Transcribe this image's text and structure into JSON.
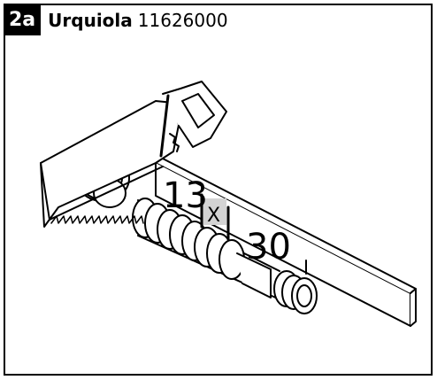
{
  "header": {
    "step": "2a",
    "product_name": "Urquiola",
    "product_code": "11626000"
  },
  "illustration": {
    "ruler_marks": {
      "first": "13",
      "x": "X",
      "second": "30"
    }
  },
  "colors": {
    "ink": "#000000",
    "paper": "#ffffff",
    "highlight": "#d3d3d3"
  }
}
